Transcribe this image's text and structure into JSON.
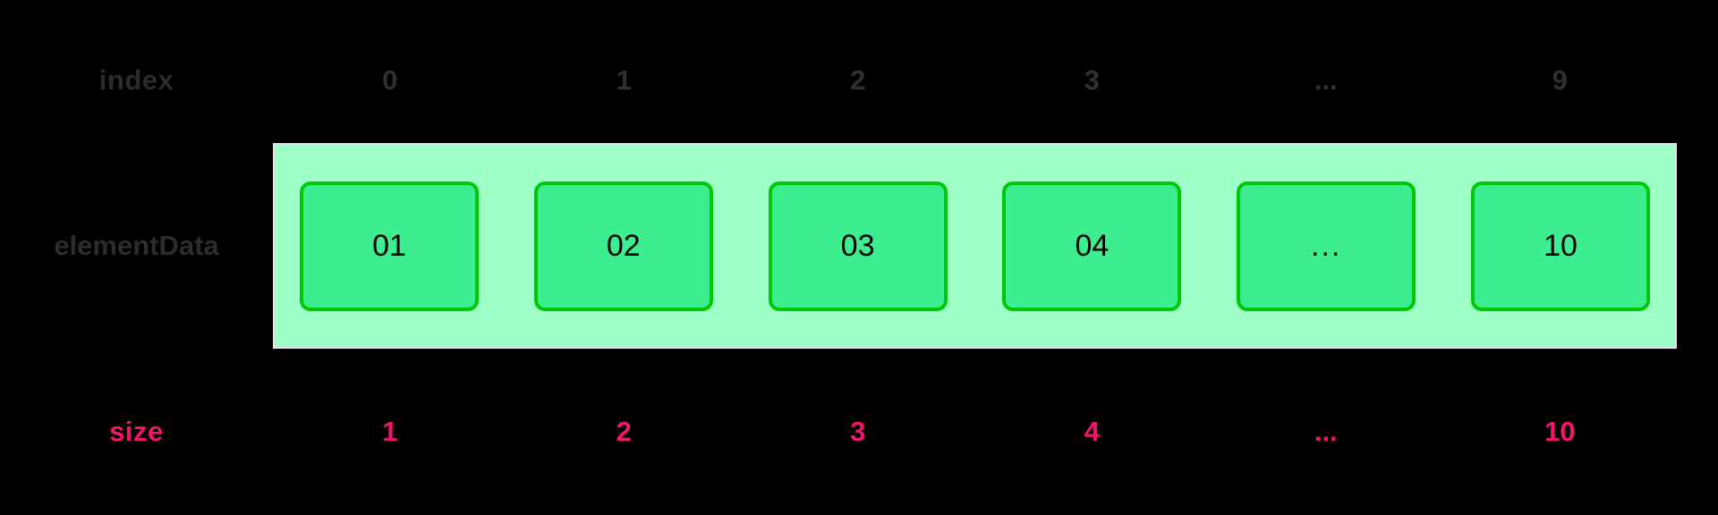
{
  "diagram": {
    "title": "array index and size diagram",
    "background_color": "#000000",
    "rows": {
      "index": {
        "label": "index",
        "label_color": "#2c2c2c",
        "values": [
          "0",
          "1",
          "2",
          "3",
          "...",
          "9"
        ]
      },
      "array": {
        "label": "elementData",
        "label_color": "#2c2c2c",
        "container_fill": "#9dffc6",
        "box_fill": "#3dee91",
        "box_border": "#00c707",
        "box_text_color": "#000000",
        "cells": [
          {
            "value": "01"
          },
          {
            "value": "02"
          },
          {
            "value": "03"
          },
          {
            "value": "04"
          },
          {
            "value": "..."
          },
          {
            "value": "10"
          }
        ]
      },
      "size": {
        "label": "size",
        "label_color": "#f2156e",
        "values": [
          "1",
          "2",
          "3",
          "4",
          "...",
          "10"
        ]
      }
    }
  }
}
